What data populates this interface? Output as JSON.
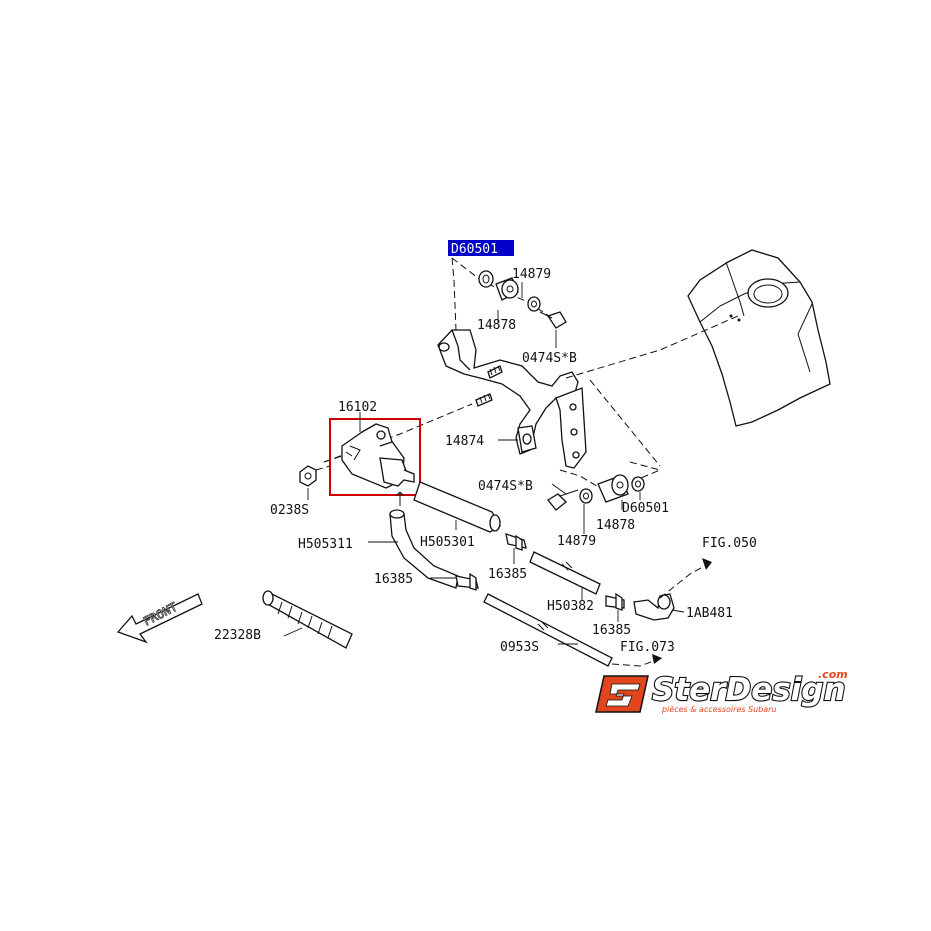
{
  "diagram": {
    "highlight_label": "D60501",
    "part_labels": {
      "p14879_top": "14879",
      "p14878_top": "14878",
      "p0474S_top": "0474S*B",
      "p16102": "16102",
      "p14874": "14874",
      "p0474S_bot": "0474S*B",
      "p0238S": "0238S",
      "p14878_bot": "14878",
      "pD60501_bot": "D60501",
      "p14879_bot": "14879",
      "pH505311": "H505311",
      "pH505301": "H505301",
      "p16385_a": "16385",
      "p16385_b": "16385",
      "p16385_c": "16385",
      "pH50382": "H50382",
      "p1AB481": "1AB481",
      "p0953S": "0953S",
      "p22328B": "22328B"
    },
    "fig_refs": {
      "fig050": "FIG.050",
      "fig073": "FIG.073"
    },
    "front_label": "FRONT"
  },
  "logo": {
    "main": "SterDesign",
    "com": ".com",
    "tagline": "pièces & accessoires Subaru",
    "colors": {
      "accent": "#e2461f",
      "outline": "#111111"
    }
  },
  "highlight_colors": {
    "box": "#d10000",
    "label_bg": "#0000c8"
  }
}
